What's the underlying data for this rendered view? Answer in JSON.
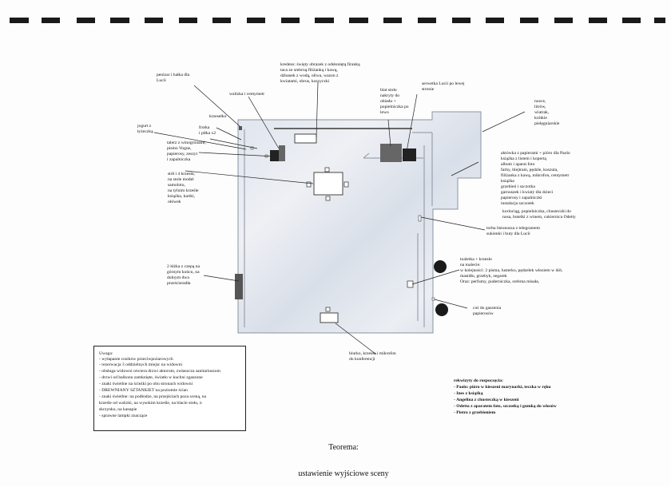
{
  "title": {
    "line1": "Teorema:",
    "line2": "ustawienie wyjściowe sceny"
  },
  "labels": {
    "penizar": "penizar i hałka dla\nLucii",
    "walizka": "walizka i centymetr",
    "kredens": "kredens: święty obrazek z odsłoniętą firanką\ntaca ze srebrną filiżanką i kawą,\ndzbanek z wodą, oliwa, wazon z\nkwiatami, obrus, koszyczki",
    "blat": "blat stołu\nnakryty do\nobiadu +\npopielniczka po\nlewo",
    "serwetka": "serwetka Lucii po lewej\nstronie",
    "nozce": "nozce,\nlitrów,\nwiatrak,\nkrótkie\npielęgniarskie",
    "krzeslo": "krzesełko",
    "frotka": "frotka\ni piłka x2",
    "jogurt": "jogurt z\nłyżeczką",
    "talerz": "talerz z winogronami,\npismo Vogue,\npapierosy, zeszyt\ni zapalniczka",
    "aktowka": "aktówka z papierami + pióro dla Paolo\nksiążka z listem i kopertą\nalbum i aparat foto\nfarby, blejtram, pędzle, koszula,\nfiliżanka z kawą, mikrofon, centymetr\nksiążka\ngrzebień i szczotka\ngarnuszek i kwiaty dla dzieci\npapierosy i zapalniczki\ninstalacja szczotek",
    "koriniciag": "korinciąg, popielniczka, chusteczki do\nnosa, butelki z winem, cukiernica Odetty",
    "stol": "stół i 4 krzesła,\nna stole model\nsamolotu,\nna tylnim krześle\nksiążka, kartki,\nołówek",
    "torba": "torba listonosza z telegramem\nsukienki i buty dla Lucii",
    "toaletka": "toaletka + krzesło\nna toalecie:\nw kolejności: 2 pisma, lusterko, pędzelek włosiem w dół,\nmasidło, grzebyk, zegarek\nOraz: perfumy, puderniczka, srebrna misała,",
    "lozka": "2 łóżka z czepą na\ngórnym końcu, na\ndolnym dwa\nprześcieradła",
    "cos": "coś do gaszenia\npapierosów",
    "biurko": "biurko, krzesło i mikrofon\ndo konferencji"
  },
  "uwaga": {
    "heading": "Uwaga:",
    "lines": [
      "- wyłapanie cosików przeciwpożarowych",
      "- rezerwacja 3 oddzielnych miejsc na widowni",
      "- obsługa widowni otwiera drzwi aktorom, zwłaszcza sanitariuszom",
      "- drzwi od balkonu zamknięte, światło w kuchni zgaszone",
      "- znaki świetlne na ścieżki po obu stronach widowni",
      "- DREWNIANY SZTANKIET na poziomie ścian",
      "- znaki świetlne: na podłodze, na przejściach poza sceną, na",
      "krześle od walizki, na wysokim krześle, na blacie stołu, n",
      "skrzynku, na kanapie",
      "- sprawne lampki znaczące"
    ]
  },
  "rekwizyty": {
    "heading": "rekwizyty do rozpoczęcia:",
    "lines": [
      "- Paolo: pióro w kieszeni marynarki, teczka w ręku",
      "- Ines z książką",
      "- Angelina z chusteczką w kieszeni",
      "- Odetta z aparatem foto, szczotką i gumką do włosów",
      "- Pietro z grzebieniem"
    ]
  }
}
